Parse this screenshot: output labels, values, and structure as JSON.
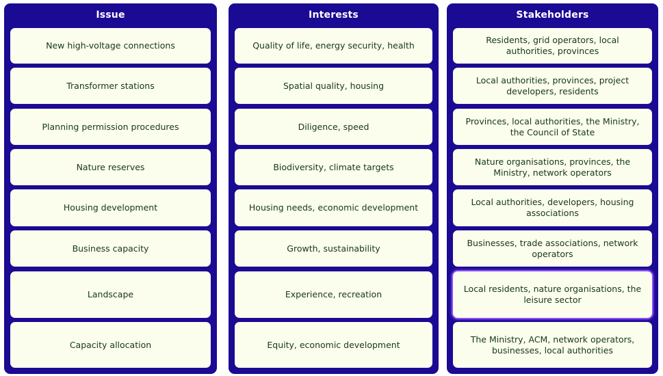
{
  "columns": [
    {
      "header": "Issue",
      "cells": [
        "New high-voltage connections",
        "Transformer stations",
        "Planning permission procedures",
        "Nature reserves",
        "Housing development",
        "Business capacity",
        "Landscape",
        "Capacity allocation"
      ]
    },
    {
      "header": "Interests",
      "cells": [
        "Quality of life, energy security, health",
        "Spatial quality, housing",
        "Diligence, speed",
        "Biodiversity, climate targets",
        "Housing needs, economic development",
        "Growth, sustainability",
        "Experience, recreation",
        "Equity, economic development"
      ]
    },
    {
      "header": "Stakeholders",
      "cells": [
        "Residents, grid operators, local authorities, provinces",
        "Local authorities, provinces, project developers, residents",
        "Provinces, local authorities, the Ministry, the Council of State",
        "Nature organisations, provinces, the Ministry, network operators",
        "Local authorities, developers, housing associations",
        "Businesses, trade associations, network operators",
        "Local residents, nature organisations, the leisure sector",
        "The Ministry, ACM, network operators, businesses, local authorities"
      ]
    }
  ],
  "colors": {
    "column_background": "#1b0a93",
    "cell_background": "#fbfded",
    "cell_text": "#163816",
    "header_text": "#ffffff",
    "highlight_outline": "#8a4dff"
  }
}
